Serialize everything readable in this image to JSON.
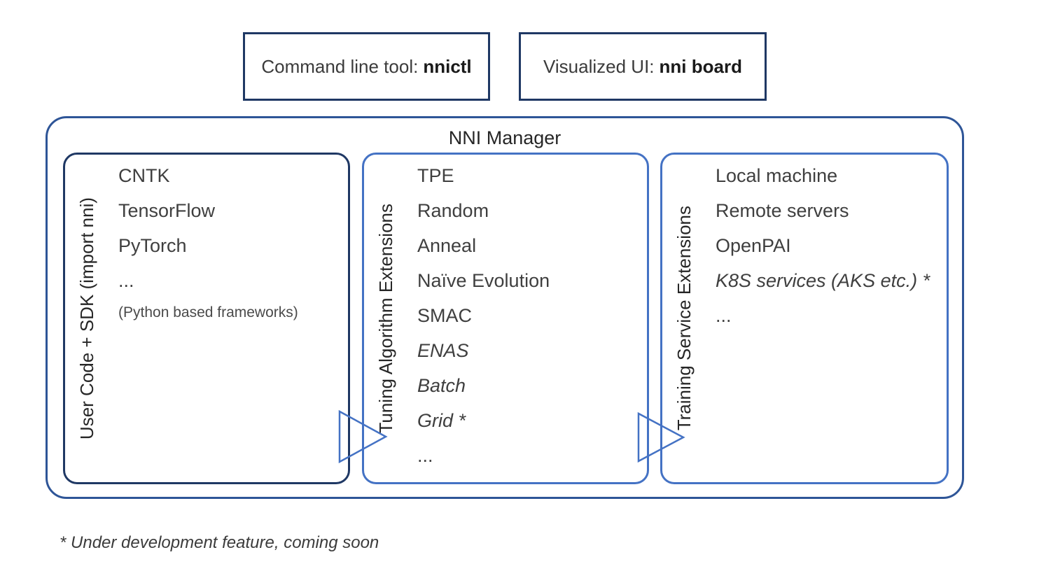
{
  "top_boxes": [
    {
      "label": "Command line tool:",
      "bold": "nnictl"
    },
    {
      "label": "Visualized UI:",
      "bold": "nni board"
    }
  ],
  "manager": {
    "title": "NNI Manager"
  },
  "columns": [
    {
      "side_label": "User Code + SDK (import nni)",
      "items": [
        {
          "text": "CNTK"
        },
        {
          "text": "TensorFlow"
        },
        {
          "text": "PyTorch"
        },
        {
          "text": "..."
        },
        {
          "text": "(Python based frameworks)"
        }
      ]
    },
    {
      "side_label": "Tuning Algorithm Extensions",
      "items": [
        {
          "text": "TPE"
        },
        {
          "text": "Random"
        },
        {
          "text": "Anneal"
        },
        {
          "text": "Naïve Evolution"
        },
        {
          "text": "SMAC"
        },
        {
          "text": "ENAS"
        },
        {
          "text": "Batch"
        },
        {
          "text": "Grid *"
        },
        {
          "text": "..."
        }
      ]
    },
    {
      "side_label": "Training Service Extensions",
      "items": [
        {
          "text": "Local machine"
        },
        {
          "text": "Remote servers"
        },
        {
          "text": "OpenPAI"
        },
        {
          "text": "K8S services (AKS etc.) *"
        },
        {
          "text": "..."
        }
      ]
    }
  ],
  "footnote": "* Under development feature, coming soon",
  "colors": {
    "dark_navy": "#1F3864",
    "outer_blue": "#2E5597",
    "accent_blue": "#4472C4",
    "text": "#3B3B3B"
  },
  "icons": {
    "flow_arrow": "right-pointing-triangle-outline"
  }
}
